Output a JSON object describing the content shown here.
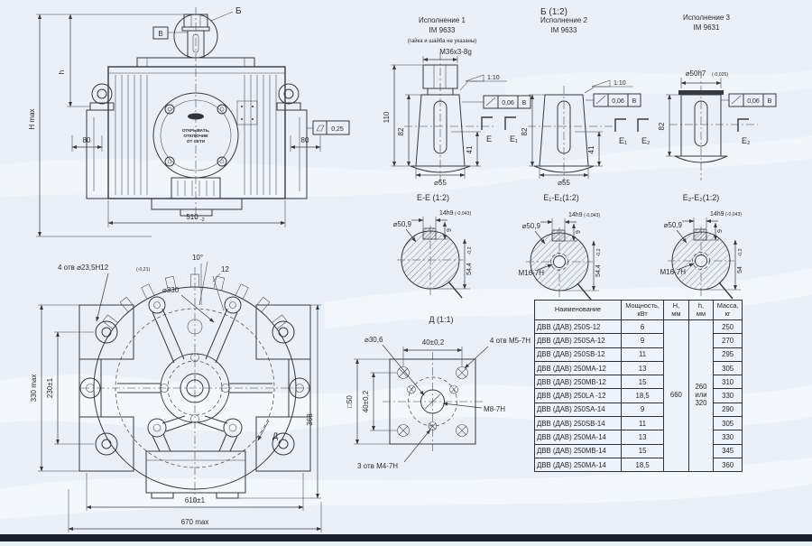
{
  "sheet": {
    "bg_color": "#e9f0f8",
    "ink_color": "#343a44",
    "footer_bar_color": "#1a212e"
  },
  "side_view": {
    "balloon_label": "Б",
    "detail_box_label": "В",
    "dim_H_max": "Н max",
    "dim_h": "h",
    "dim_80_left": "80",
    "dim_80_right": "80",
    "dim_width_value": "510",
    "dim_width_tol": "-2",
    "flatness_value": "0,25",
    "warning_plate": [
      "ОТКРЫВАТЬ,",
      "ОТКЛЮЧИВ",
      "ОТ СЕТИ"
    ]
  },
  "front_view": {
    "holes_note": "4 отв ⌀23,5Н12",
    "holes_tol": "(-0,21)",
    "dia_330": "⌀330",
    "angle_label": "10°",
    "tooth_width": "12",
    "dim_330max": "330 max",
    "dim_230": "230±1",
    "dim_368": "368",
    "dim_610": "610±1",
    "dim_670": "670 max",
    "view_arrow_label": "Д"
  },
  "executions": {
    "section_b_title": "Б (1:2)",
    "exec1": {
      "title": "Исполнение 1",
      "im": "IM 9633",
      "note": "(гайка и шайба не указаны)",
      "thread": "М36х3-8g",
      "taper": "1:10",
      "runout": "0,06",
      "datum": "В",
      "dim110": "110",
      "dim82": "82",
      "dim41": "41",
      "dia55": "⌀55",
      "mark1": "Е",
      "mark2": "Е₁"
    },
    "exec2": {
      "title": "Исполнение 2",
      "im": "IM 9633",
      "taper": "1:10",
      "runout": "0,06",
      "datum": "В",
      "dim82": "82",
      "dim41": "41",
      "dia55": "⌀55",
      "mark1": "Е₁",
      "mark2": "Е₂"
    },
    "exec3": {
      "title": "Исполнение 3",
      "im": "IM 9631",
      "dia_label": "⌀50h7",
      "dia_tol": "(-0,025)",
      "runout": "0,06",
      "datum": "В",
      "dim82": "82",
      "mark1": "Е₂"
    }
  },
  "sections": {
    "ee": {
      "title": "Е-Е (1:2)",
      "dia": "⌀50,9",
      "key": "14h9",
      "key_tol": "(-0,043)",
      "depth": "9",
      "height": "54,4",
      "height_tol": "-0,2"
    },
    "e1e1": {
      "title": "Е₁-Е₁(1:2)",
      "dia": "⌀50,9",
      "key": "14h9",
      "key_tol": "(-0,043)",
      "depth": "9",
      "height": "54,4",
      "height_tol": "-0,2",
      "thread": "М16-7Н"
    },
    "e2e2": {
      "title": "Е₂-Е₂(1:2)",
      "dia": "⌀50,9",
      "key": "14h9",
      "key_tol": "(-0,043)",
      "depth": "9",
      "height": "54",
      "height_tol": "-0,2",
      "thread": "М16-7Н"
    }
  },
  "flange_view": {
    "title": "Д (1:1)",
    "square": "□50",
    "dia_center": "⌀30,6",
    "dim_horizontal": "40±0,2",
    "dim_vertical": "40±0,2",
    "holes_corner": "4 отв М5-7Н",
    "thread_center": "М8-7Н",
    "holes_circle": "3 отв М4-7Н"
  },
  "table": {
    "headers": {
      "name": "Наименование",
      "power": "Мощность,\nкВт",
      "H": "Н,\nмм",
      "h": "h,\nмм",
      "mass": "Масса,\nкг"
    },
    "H_value": "660",
    "h_value": [
      "260",
      "или",
      "320"
    ],
    "rows": [
      {
        "name": "ДВВ (ДАВ) 250S-12",
        "power": "6",
        "mass": "250"
      },
      {
        "name": "ДВВ (ДАВ) 250SA-12",
        "power": "9",
        "mass": "270"
      },
      {
        "name": "ДВВ (ДАВ) 250SB-12",
        "power": "11",
        "mass": "295"
      },
      {
        "name": "ДВВ (ДАВ) 250MA-12",
        "power": "13",
        "mass": "305"
      },
      {
        "name": "ДВВ (ДАВ) 250MB-12",
        "power": "15",
        "mass": "310"
      },
      {
        "name": "ДВВ (ДАВ) 250LA -12",
        "power": "18,5",
        "mass": "330"
      },
      {
        "name": "ДВВ (ДАВ) 250SA-14",
        "power": "9",
        "mass": "290"
      },
      {
        "name": "ДВВ (ДАВ) 250SB-14",
        "power": "11",
        "mass": "305"
      },
      {
        "name": "ДВВ (ДАВ) 250MA-14",
        "power": "13",
        "mass": "330"
      },
      {
        "name": "ДВВ (ДАВ) 250MB-14",
        "power": "15",
        "mass": "345"
      },
      {
        "name": "ДВВ (ДАВ) 250MA-14",
        "power": "18,5",
        "mass": "360"
      }
    ]
  }
}
